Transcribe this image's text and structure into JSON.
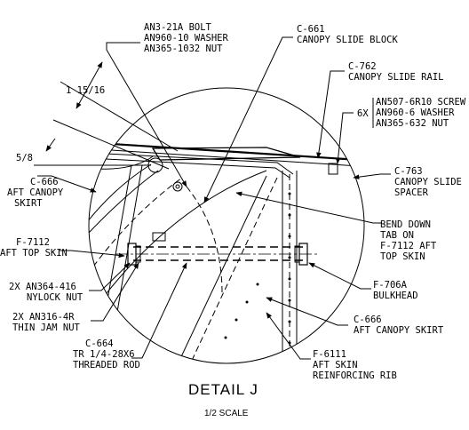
{
  "callouts": {
    "bolt_hardware": [
      "AN3-21A BOLT",
      "AN960-10 WASHER",
      "AN365-1032 NUT"
    ],
    "slide_block": [
      "C-661",
      "CANOPY SLIDE BLOCK"
    ],
    "slide_rail": [
      "C-762",
      "CANOPY SLIDE RAIL"
    ],
    "screw_qty": "6X",
    "screw_hardware": [
      "AN507-6R10 SCREW",
      "AN960-6 WASHER",
      "AN365-632 NUT"
    ],
    "spacer": [
      "C-763",
      "CANOPY SLIDE",
      "SPACER"
    ],
    "dim_upper": "1 15/16",
    "dim_lower": "5/8",
    "aft_skirt_left": [
      "C-666",
      "AFT CANOPY",
      "SKIRT"
    ],
    "bend_tab": [
      "BEND DOWN",
      "TAB ON",
      "F-7112 AFT",
      "TOP SKIN"
    ],
    "top_skin": [
      "F-7112",
      "AFT TOP SKIN"
    ],
    "nylock": [
      "2X AN364-416",
      "NYLOCK NUT"
    ],
    "jam_nut": [
      "2X AN316-4R",
      "THIN JAM NUT"
    ],
    "bulkhead": [
      "F-706A",
      "BULKHEAD"
    ],
    "aft_skirt_right": [
      "C-666",
      "AFT CANOPY SKIRT"
    ],
    "rod": [
      "C-664",
      "TR 1/4-28X6",
      "THREADED ROD"
    ],
    "rib": [
      "F-6111",
      "AFT SKIN",
      "REINFORCING RIB"
    ]
  },
  "title": "DETAIL J",
  "scale": "1/2 SCALE"
}
